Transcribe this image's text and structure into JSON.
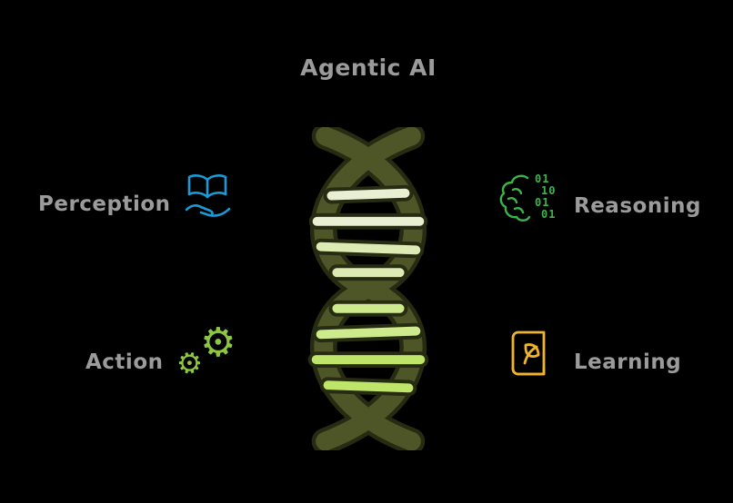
{
  "title": "Agentic AI",
  "background": "#000000",
  "text_color": "#9b9b9b",
  "nodes": {
    "perception": {
      "label": "Perception",
      "icon": "book-over-hand-icon",
      "color": "#1a9ad6"
    },
    "reasoning": {
      "label": "Reasoning",
      "icon": "brain-binary-icon",
      "color": "#3cb44a",
      "binary_rows": [
        "01",
        "10",
        "01",
        "01"
      ]
    },
    "action": {
      "label": "Action",
      "icon": "gears-icon",
      "color": "#8dc63f",
      "gear_glyph": "⚙"
    },
    "learning": {
      "label": "Learning",
      "icon": "book-leaf-icon",
      "color": "#f0b42a"
    }
  },
  "dna": {
    "name": "dna-double-helix",
    "strand_color": "#4e5527",
    "strand_outline": "#262b12",
    "rung_colors_top": [
      "#e9efd2",
      "#dcebb4"
    ],
    "rung_colors_bottom": [
      "#cdea8c",
      "#bfe46a"
    ]
  }
}
